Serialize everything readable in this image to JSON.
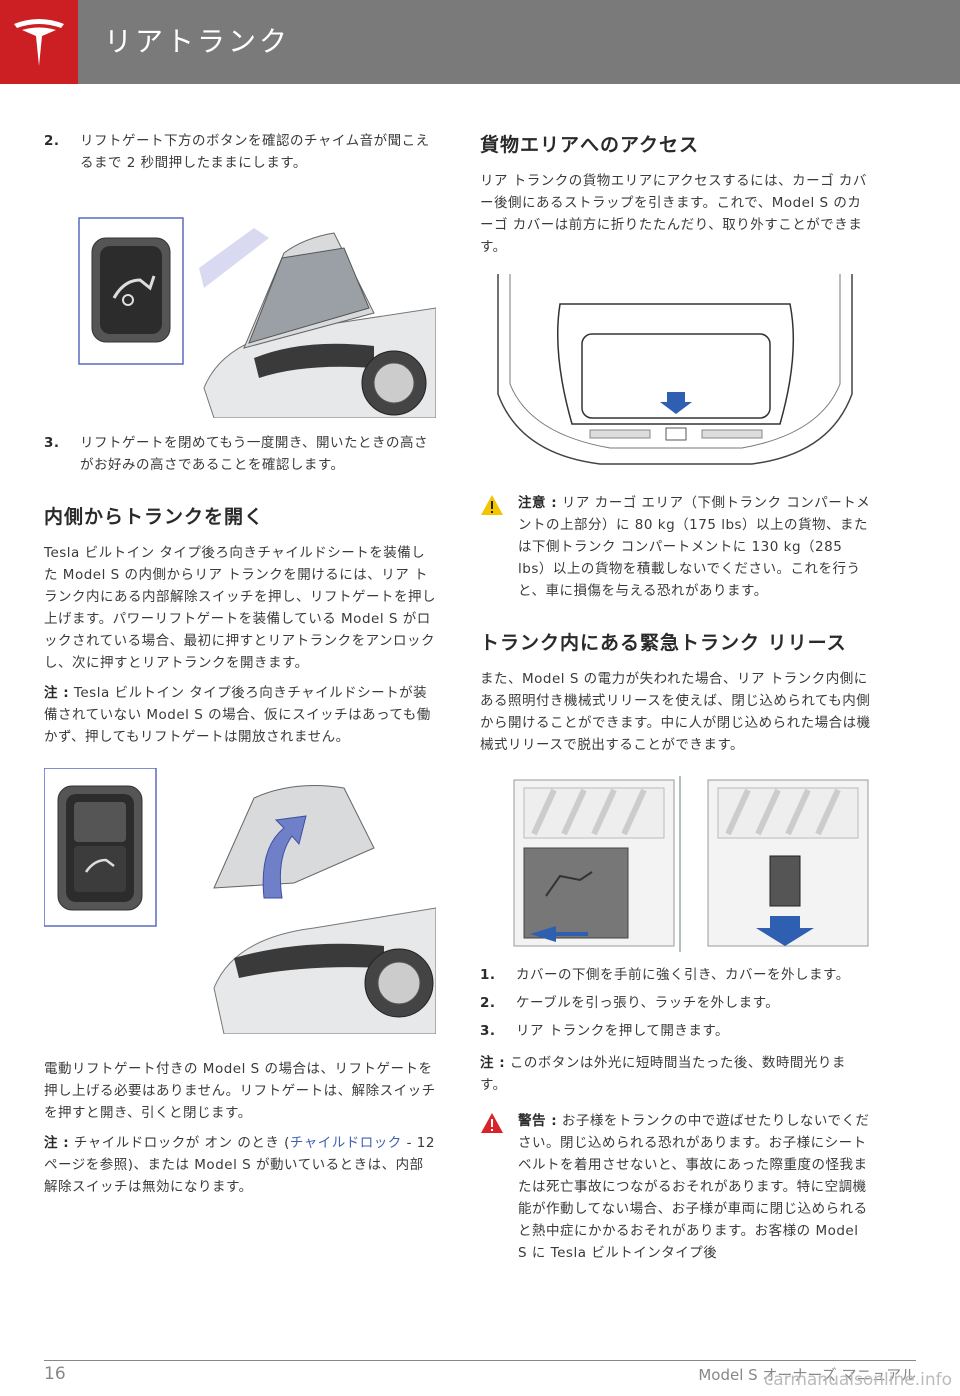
{
  "header": {
    "title": "リアトランク"
  },
  "left": {
    "step2": {
      "num": "2.",
      "text": "リフトゲート下方のボタンを確認のチャイム音が聞こえるまで 2 秒間押したままにします。"
    },
    "step3": {
      "num": "3.",
      "text": "リフトゲートを閉めてもう一度開き、開いたときの高さがお好みの高さであることを確認します。"
    },
    "heading1": "内側からトランクを開く",
    "para1": "Tesla ビルトイン タイプ後ろ向きチャイルドシートを装備した Model S の内側からリア トランクを開けるには、リア トランク内にある内部解除スイッチを押し、リフトゲートを押し上げます。パワーリフトゲートを装備している Model S がロックされている場合、最初に押すとリアトランクをアンロックし、次に押すとリアトランクを開きます。",
    "note1_label": "注 :",
    "note1_text": " Tesla ビルトイン タイプ後ろ向きチャイルドシートが装備されていない Model S の場合、仮にスイッチはあっても働かず、押してもリフトゲートは開放されません。",
    "para2": "電動リフトゲート付きの Model S の場合は、リフトゲートを押し上げる必要はありません。リフトゲートは、解除スイッチを押すと開き、引くと閉じます。",
    "note2_label": "注 :",
    "note2_pre": " チャイルドロックが オン のとき (",
    "note2_link": "チャイルドロック",
    "note2_post": " - 12 ページを参照)、または Model S が動いているときは、内部解除スイッチは無効になります。"
  },
  "right": {
    "heading1": "貨物エリアへのアクセス",
    "para1": "リア トランクの貨物エリアにアクセスするには、カーゴ カバー後側にあるストラップを引きます。これで、Model S のカーゴ カバーは前方に折りたたんだり、取り外すことができます。",
    "caution_label": "注意 :",
    "caution_text": " リア カーゴ エリア（下側トランク コンパートメントの上部分）に 80 kg（175 lbs）以上の貨物、または下側トランク コンパートメントに 130 kg（285 lbs）以上の貨物を積載しないでください。これを行うと、車に損傷を与える恐れがあります。",
    "heading2": "トランク内にある緊急トランク リリース",
    "para2": "また、Model S の電力が失われた場合、リア トランク内側にある照明付き機械式リリースを使えば、閉じ込められても内側から開けることができます。中に人が閉じ込められた場合は機械式リリースで脱出することができます。",
    "steps": [
      {
        "num": "1.",
        "text": "カバーの下側を手前に強く引き、カバーを外します。"
      },
      {
        "num": "2.",
        "text": "ケーブルを引っ張り、ラッチを外します。"
      },
      {
        "num": "3.",
        "text": "リア トランクを押して開きます。"
      }
    ],
    "note_label": "注 :",
    "note_text": " このボタンは外光に短時間当たった後、数時間光ります。",
    "warning_label": "警告 :",
    "warning_text": " お子様をトランクの中で遊ばせたりしないでください。閉じ込められる恐れがあります。お子様にシートベルトを着用させないと、事故にあった際重度の怪我または死亡事故につながるおそれがあります。特に空調機能が作動してない場合、お子様が車両に閉じ込められると熱中症にかかるおそれがあります。お客様の Model S に Tesla ビルトインタイプ後"
  },
  "footer": {
    "page": "16",
    "title": "Model S オーナーズ マニュアル",
    "watermark": "carmanualsonline.info"
  },
  "colors": {
    "tesla_red": "#cc1f24",
    "header_gray": "#7a7a7a",
    "arrow_blue": "#2f5fb0",
    "caution_yellow": "#f2c500",
    "warning_red": "#d9232a"
  }
}
